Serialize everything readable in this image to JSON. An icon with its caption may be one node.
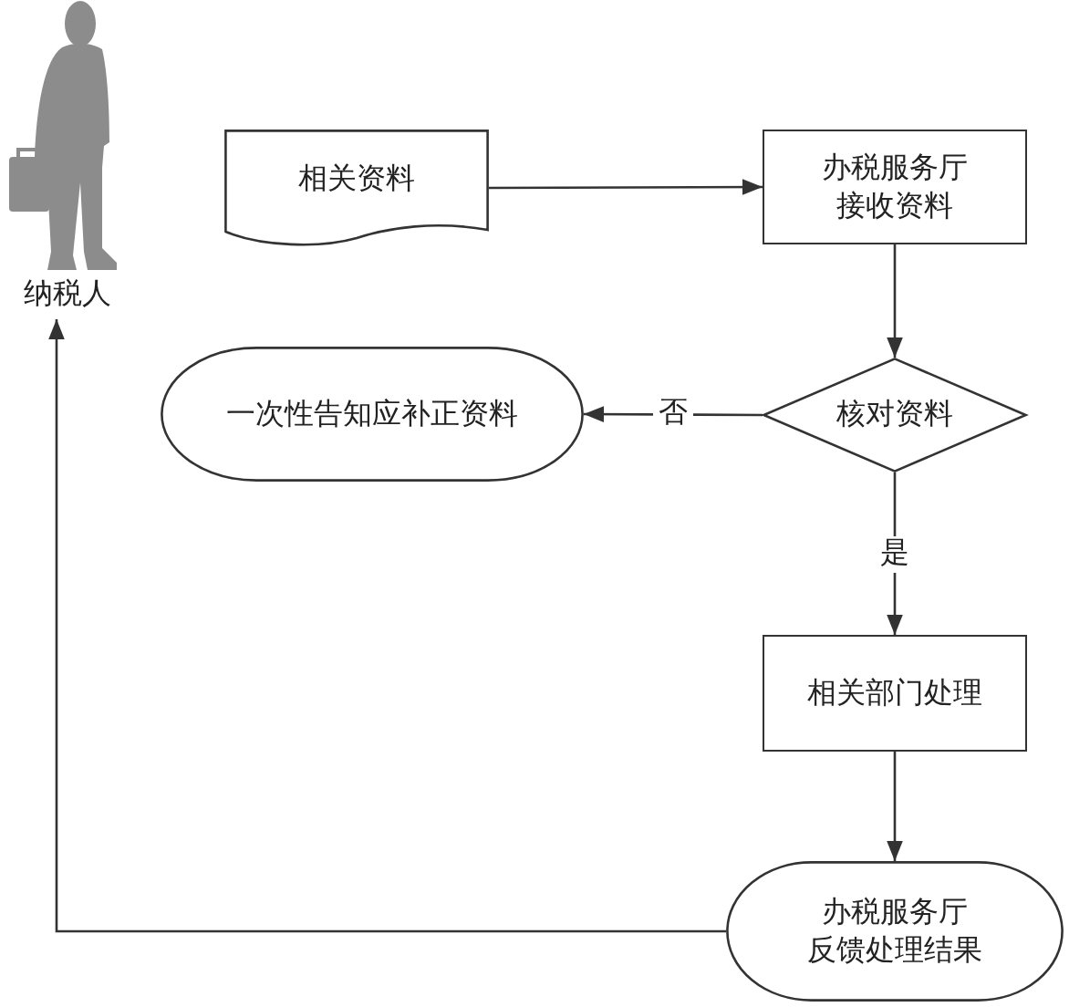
{
  "diagram": {
    "nodes": [
      {
        "text": [
          "纳税人"
        ]
      },
      {
        "text": [
          "相关资料"
        ]
      },
      {
        "text": [
          "办税服务厅接收资料"
        ]
      },
      {
        "text": [
          "核对资料"
        ]
      },
      {
        "text": [
          "一次性告知应补正资料"
        ]
      },
      {
        "text": [
          "相关部门处理"
        ]
      },
      {
        "text": [
          "办税服务厅反馈处理结果"
        ]
      }
    ],
    "edges": [
      {
        "from": 1,
        "to": 2,
        "arrow": "to"
      },
      {
        "from": 2,
        "to": 3,
        "arrow": "to"
      },
      {
        "from": 3,
        "to": 4,
        "arrow": "to",
        "label": "否"
      },
      {
        "from": 3,
        "to": 5,
        "arrow": "to",
        "label": "是"
      },
      {
        "from": 5,
        "to": 6,
        "arrow": "to"
      },
      {
        "from": 6,
        "to": 0,
        "arrow": "to"
      }
    ]
  }
}
